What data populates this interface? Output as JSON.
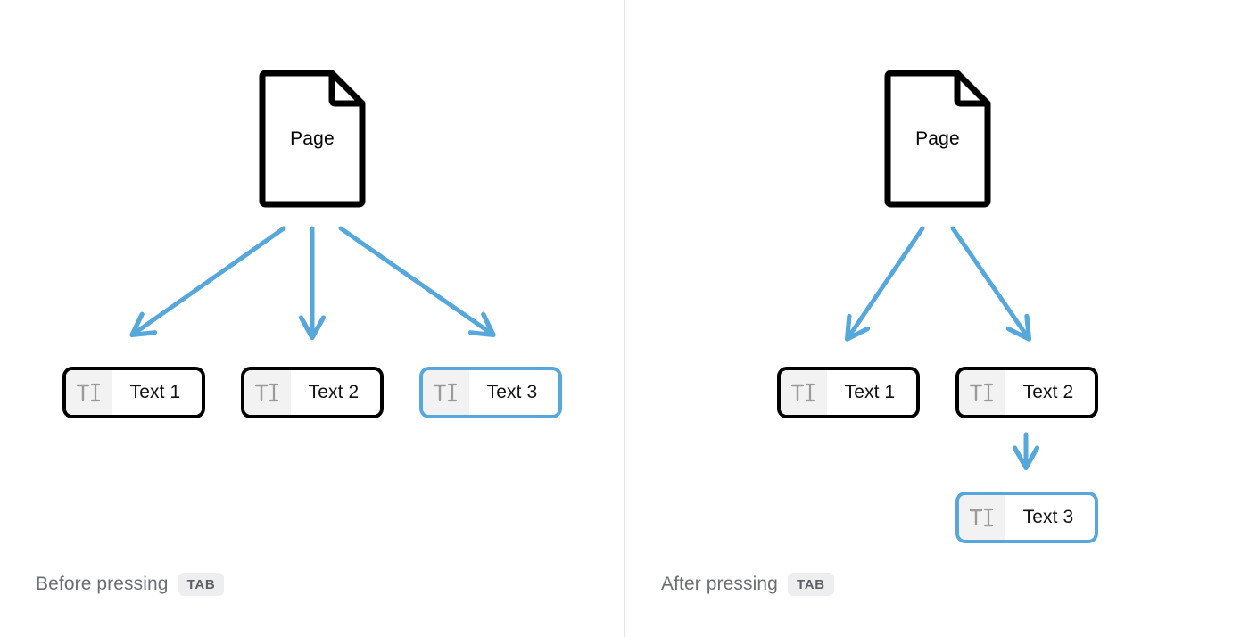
{
  "colors": {
    "arrow_blue": "#56a7db",
    "selected_border": "#56a7db",
    "node_border": "#000000",
    "icon_panel_bg": "#f2f2f2",
    "icon_glyph": "#9a9a9a",
    "divider": "#e3e4e6",
    "caption_text": "#6b6f73",
    "key_badge_bg": "#eeeef0",
    "key_badge_text": "#5e6164"
  },
  "left_panel": {
    "page_node": {
      "label": "Page",
      "icon": "document-page-icon"
    },
    "fields": [
      {
        "label": "Text 1",
        "icon": "text-cursor-icon",
        "selected": false
      },
      {
        "label": "Text 2",
        "icon": "text-cursor-icon",
        "selected": false
      },
      {
        "label": "Text 3",
        "icon": "text-cursor-icon",
        "selected": true
      }
    ],
    "caption": {
      "text": "Before pressing",
      "key": "TAB"
    }
  },
  "right_panel": {
    "page_node": {
      "label": "Page",
      "icon": "document-page-icon"
    },
    "fields": [
      {
        "label": "Text 1",
        "icon": "text-cursor-icon",
        "selected": false
      },
      {
        "label": "Text 2",
        "icon": "text-cursor-icon",
        "selected": false
      },
      {
        "label": "Text 3",
        "icon": "text-cursor-icon",
        "selected": true
      }
    ],
    "caption": {
      "text": "After pressing",
      "key": "TAB"
    }
  }
}
